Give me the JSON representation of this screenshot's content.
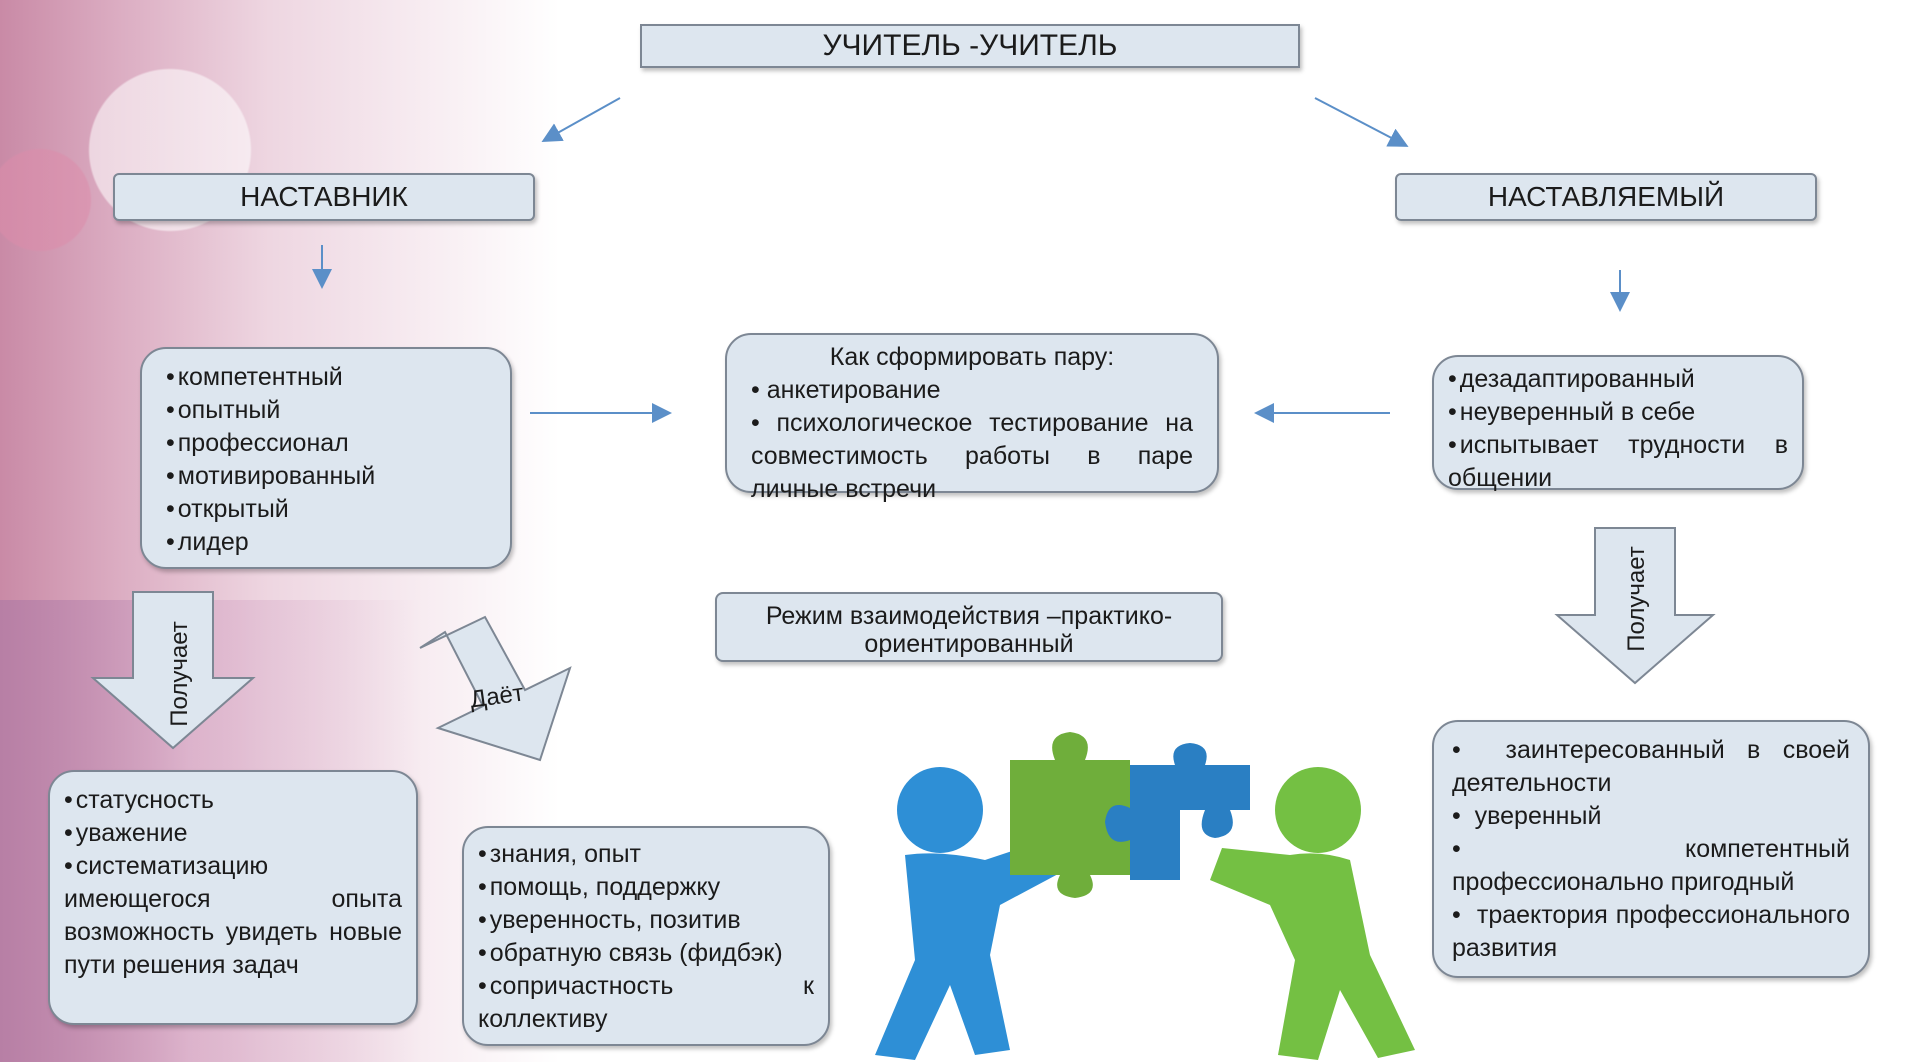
{
  "top_title": "УЧИТЕЛЬ -УЧИТЕЛЬ",
  "mentor": {
    "title": "НАСТАВНИК",
    "qualities": [
      "компетентный",
      "опытный",
      "профессионал",
      "мотивированный",
      "открытый",
      "лидер"
    ],
    "receives_label": "Получает",
    "gives_label": "Даёт",
    "receives": [
      "статусность",
      "уважение",
      "систематизацию имеющегося опыта возможность увидеть новые пути решения задач"
    ],
    "gives": [
      "знания, опыт",
      "помощь, поддержку",
      "уверенность, позитив",
      "обратную связь (фидбэк)",
      "сопричастность к коллективу"
    ]
  },
  "pairing": {
    "title": "Как сформировать пару:",
    "items": [
      "анкетирование",
      "психологическое тестирование на совместимость работы в паре личные встречи"
    ]
  },
  "mode": "Режим взаимодействия –практико-ориентированный",
  "mentee": {
    "title": "НАСТАВЛЯЕМЫЙ",
    "qualities": [
      "дезадаптированный",
      "неуверенный в себе",
      "испытывает трудности в общении"
    ],
    "receives_label": "Получает",
    "receives": [
      "заинтересованный в своей деятельности",
      "уверенный",
      "компетентный профессионально пригодный",
      "траектория профессионального развития"
    ]
  },
  "colors": {
    "box_fill": "#dde6ef",
    "box_border": "#7d8794",
    "arrow": "#5b8fc8",
    "figure_left": "#2e8fd6",
    "figure_right": "#74c043",
    "puzzle_green": "#6fae3b",
    "puzzle_blue": "#2a7fc3"
  }
}
